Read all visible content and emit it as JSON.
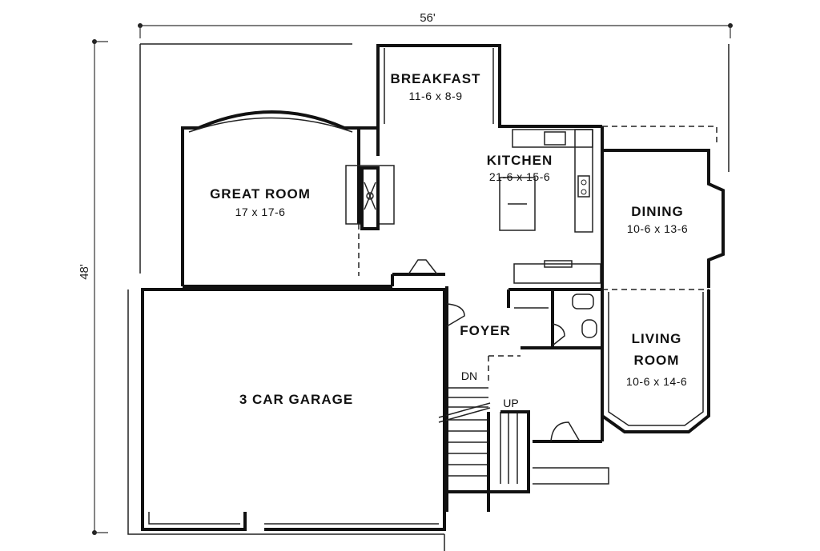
{
  "dimensions": {
    "width_label": "56'",
    "depth_label": "48'"
  },
  "rooms": {
    "breakfast": {
      "name": "BREAKFAST",
      "size": "11-6 x 8-9"
    },
    "kitchen": {
      "name": "KITCHEN",
      "size": "21-6 x 15-6"
    },
    "great_room": {
      "name": "GREAT ROOM",
      "size": "17 x 17-6"
    },
    "dining": {
      "name": "DINING",
      "size": "10-6 x 13-6"
    },
    "foyer": {
      "name": "FOYER"
    },
    "living": {
      "name_line1": "LIVING",
      "name_line2": "ROOM",
      "size": "10-6 x 14-6"
    },
    "garage": {
      "name": "3 CAR GARAGE"
    }
  },
  "stairs": {
    "down_label": "DN",
    "up_label": "UP"
  }
}
